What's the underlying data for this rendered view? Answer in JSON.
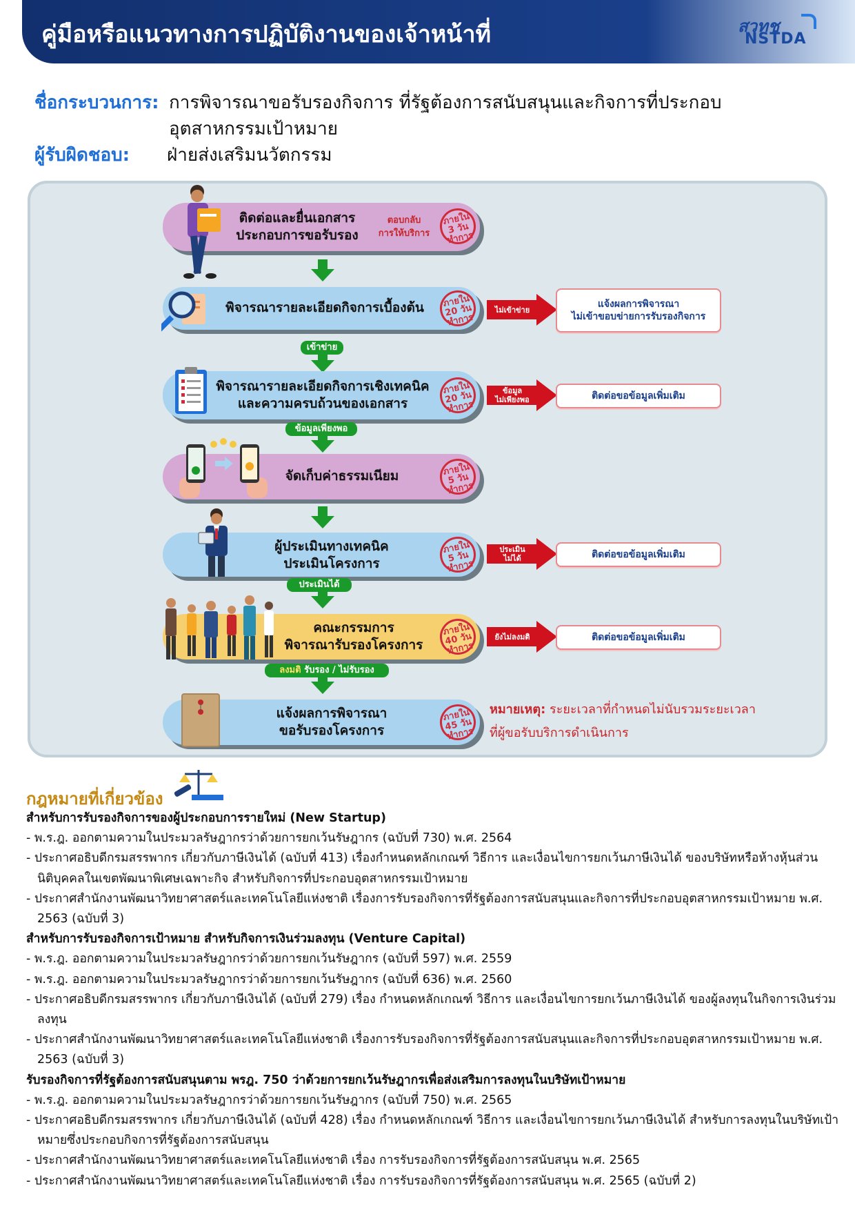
{
  "header": {
    "title": "คู่มือหรือแนวทางการปฏิบัติงานของเจ้าหน้าที่",
    "logo_th": "สวทช",
    "logo_en": "NSTDA"
  },
  "process": {
    "name_label": "ชื่อกระบวนการ:",
    "name_line1": "การพิจารณาขอรับรองกิจการ ที่รัฐต้องการสนับสนุนและกิจการที่ประกอบ",
    "name_line2": "อุตสาหกรรมเป้าหมาย",
    "owner_label": "ผู้รับผิดชอบ:",
    "owner": "ฝ่ายส่งเสริมนวัตกรรม"
  },
  "flow": {
    "steps": [
      {
        "line1": "ติดต่อและยื่นเอกสาร",
        "line2": "ประกอบการขอรับรอง",
        "side_note_1": "ตอบกลับ",
        "side_note_2": "การให้บริการ",
        "stamp_1": "ภายใน",
        "stamp_2": "3 วัน",
        "stamp_3": "ทำการ",
        "color": "#d6a8d4"
      },
      {
        "line1": "พิจารณารายละเอียดกิจการเบื้องต้น",
        "stamp_1": "ภายใน",
        "stamp_2": "20 วัน",
        "stamp_3": "ทำการ",
        "color": "#a9d3ee"
      },
      {
        "line1": "พิจารณารายละเอียดกิจการเชิงเทคนิค",
        "line2": "และความครบถ้วนของเอกสาร",
        "stamp_1": "ภายใน",
        "stamp_2": "20 วัน",
        "stamp_3": "ทำการ",
        "color": "#a9d3ee"
      },
      {
        "line1": "จัดเก็บค่าธรรมเนียม",
        "stamp_1": "ภายใน",
        "stamp_2": "5 วัน",
        "stamp_3": "ทำการ",
        "color": "#d6a8d4"
      },
      {
        "line1": "ผู้ประเมินทางเทคนิค",
        "line2": "ประเมินโครงการ",
        "stamp_1": "ภายใน",
        "stamp_2": "5 วัน",
        "stamp_3": "ทำการ",
        "color": "#a9d3ee"
      },
      {
        "line1": "คณะกรรมการ",
        "line2": "พิจารณารับรองโครงการ",
        "stamp_1": "ภายใน",
        "stamp_2": "40 วัน",
        "stamp_3": "ทำการ",
        "color": "#f6cf6e"
      },
      {
        "line1": "แจ้งผลการพิจารณา",
        "line2": "ขอรับรองโครงการ",
        "stamp_1": "ภายใน",
        "stamp_2": "45 วัน",
        "stamp_3": "ทำการ",
        "color": "#a9d3ee"
      }
    ],
    "green_labels": {
      "pass_network": "เข้าข่าย",
      "info_sufficient": "ข้อมูลเพียงพอ",
      "evaluable": "ประเมินได้",
      "resolution_prefix": "ลงมติ",
      "resolution": "รับรอง / ไม่รับรอง"
    },
    "branches": [
      {
        "arrow_1": "ไม่เข้าข่าย",
        "arrow_2": "",
        "result_1": "แจ้งผลการพิจารณา",
        "result_2": "ไม่เข้าขอบข่ายการรับรองกิจการ"
      },
      {
        "arrow_1": "ข้อมูล",
        "arrow_2": "ไม่เพียงพอ",
        "result_1": "ติดต่อขอข้อมูลเพิ่มเติม",
        "result_2": ""
      },
      {
        "arrow_1": "ประเมิน",
        "arrow_2": "ไม่ได้",
        "result_1": "ติดต่อขอข้อมูลเพิ่มเติม",
        "result_2": ""
      },
      {
        "arrow_1": "ยังไม่ลงมติ",
        "arrow_2": "",
        "result_1": "ติดต่อขอข้อมูลเพิ่มเติม",
        "result_2": ""
      }
    ],
    "note_label": "หมายเหตุ:",
    "note_text_1": "ระยะเวลาที่กำหนดไม่นับรวมระยะเวลา",
    "note_text_2": "ที่ผู้ขอรับบริการดำเนินการ"
  },
  "laws": {
    "title": "กฎหมายที่เกี่ยวข้อง",
    "sections": [
      {
        "heading": "สำหรับการรับรองกิจการของผู้ประกอบการรายใหม่ (New Startup)",
        "items": [
          "- พ.ร.ฎ. ออกตามความในประมวลรัษฎากรว่าด้วยการยกเว้นรัษฎากร (ฉบับที่ 730) พ.ศ. 2564",
          "- ประกาศอธิบดีกรมสรรพากร เกี่ยวกับภาษีเงินได้ (ฉบับที่ 413) เรื่องกำหนดหลักเกณฑ์ วิธีการ และเงื่อนไขการยกเว้นภาษีเงินได้ ของบริษัทหรือห้างหุ้นส่วนนิติบุคคลในเขตพัฒนาพิเศษเฉพาะกิจ สำหรับกิจการที่ประกอบอุตสาหกรรมเป้าหมาย",
          "- ประกาศสำนักงานพัฒนาวิทยาศาสตร์และเทคโนโลยีแห่งชาติ เรื่องการรับรองกิจการที่รัฐต้องการสนับสนุนและกิจการที่ประกอบอุตสาหกรรมเป้าหมาย พ.ศ. 2563 (ฉบับที่ 3)"
        ]
      },
      {
        "heading": "สำหรับการรับรองกิจการเป้าหมาย สำหรับกิจการเงินร่วมลงทุน (Venture Capital)",
        "items": [
          "- พ.ร.ฎ. ออกตามความในประมวลรัษฎากรว่าด้วยการยกเว้นรัษฎากร (ฉบับที่ 597) พ.ศ. 2559",
          "- พ.ร.ฎ. ออกตามความในประมวลรัษฎากรว่าด้วยการยกเว้นรัษฎากร (ฉบับที่ 636) พ.ศ. 2560",
          "- ประกาศอธิบดีกรมสรรพากร เกี่ยวกับภาษีเงินได้ (ฉบับที่ 279) เรื่อง กำหนดหลักเกณฑ์ วิธีการ และเงื่อนไขการยกเว้นภาษีเงินได้ ของผู้ลงทุนในกิจการเงินร่วมลงทุน",
          "- ประกาศสำนักงานพัฒนาวิทยาศาสตร์และเทคโนโลยีแห่งชาติ เรื่องการรับรองกิจการที่รัฐต้องการสนับสนุนและกิจการที่ประกอบอุตสาหกรรมเป้าหมาย พ.ศ. 2563 (ฉบับที่ 3)"
        ]
      },
      {
        "heading": "รับรองกิจการที่รัฐต้องการสนับสนุนตาม พรฎ. 750 ว่าด้วยการยกเว้นรัษฎากรเพื่อส่งเสริมการลงทุนในบริษัทเป้าหมาย",
        "items": [
          "- พ.ร.ฎ. ออกตามความในประมวลรัษฎากรว่าด้วยการยกเว้นรัษฎากร (ฉบับที่ 750) พ.ศ. 2565",
          "- ประกาศอธิบดีกรมสรรพากร เกี่ยวกับภาษีเงินได้ (ฉบับที่ 428) เรื่อง กำหนดหลักเกณฑ์ วิธีการ และเงื่อนไขการยกเว้นภาษีเงินได้ สำหรับการลงทุนในบริษัทเป้าหมายซึ่งประกอบกิจการที่รัฐต้องการสนับสนุน",
          "- ประกาศสำนักงานพัฒนาวิทยาศาสตร์และเทคโนโลยีแห่งชาติ เรื่อง การรับรองกิจการที่รัฐต้องการสนับสนุน พ.ศ. 2565",
          "- ประกาศสำนักงานพัฒนาวิทยาศาสตร์และเทคโนโลยีแห่งชาติ เรื่อง การรับรองกิจการที่รัฐต้องการสนับสนุน พ.ศ. 2565 (ฉบับที่ 2)"
        ]
      }
    ]
  }
}
